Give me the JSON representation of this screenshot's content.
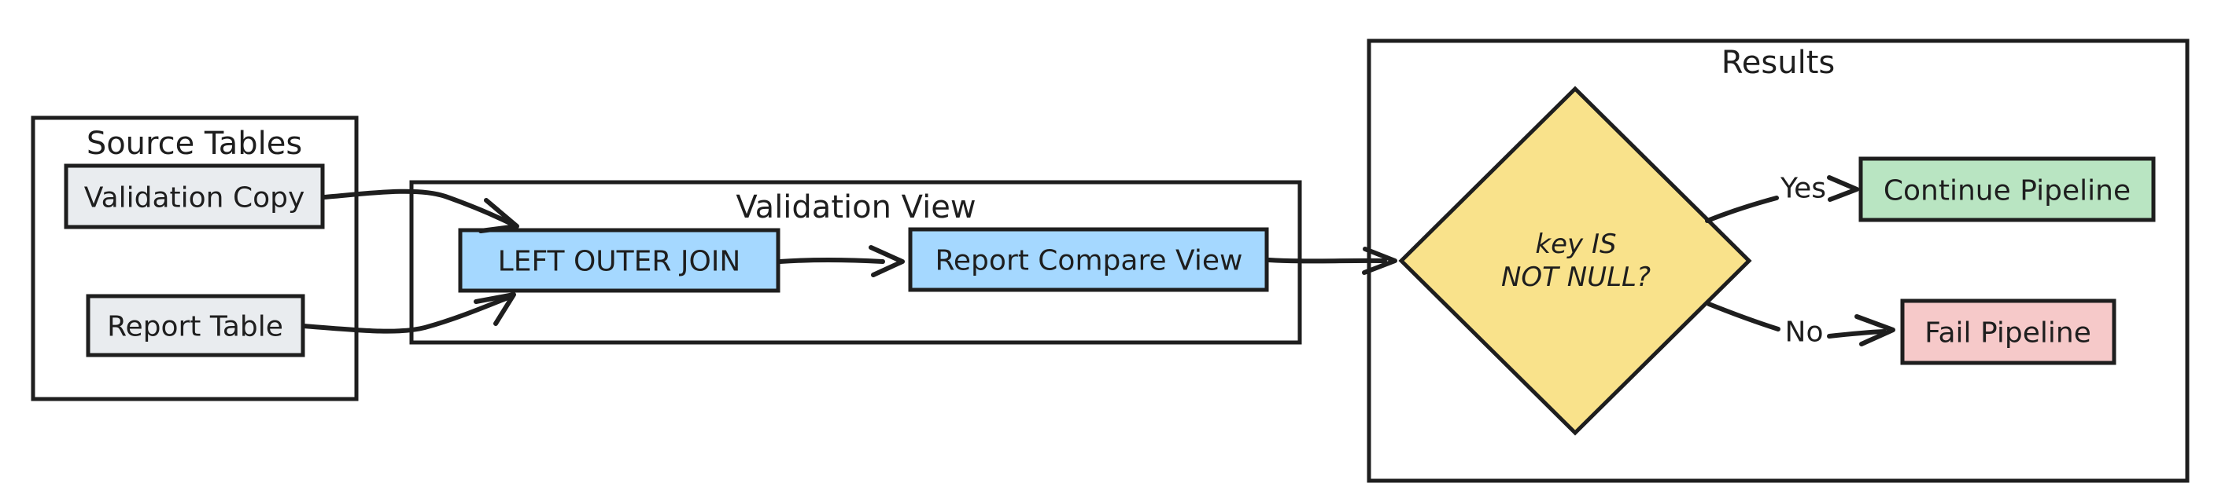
{
  "canvas": {
    "background": "#ffffff",
    "stroke_color": "#1e1e1e"
  },
  "source_tables": {
    "title": "Source Tables",
    "validation_copy": {
      "label": "Validation Copy",
      "fill": "#e9ecef"
    },
    "report_table": {
      "label": "Report Table",
      "fill": "#e9ecef"
    }
  },
  "validation_view": {
    "title": "Validation View",
    "left_outer_join": {
      "label": "LEFT OUTER JOIN",
      "fill": "#a5d8ff"
    },
    "report_compare_view": {
      "label": "Report Compare View",
      "fill": "#a5d8ff"
    }
  },
  "results": {
    "title": "Results",
    "decision": {
      "line1": "key IS",
      "line2": "NOT NULL?",
      "fill": "#f9e28b"
    },
    "yes_label": "Yes",
    "no_label": "No",
    "continue_pipeline": {
      "label": "Continue Pipeline",
      "fill": "#b9e5c2"
    },
    "fail_pipeline": {
      "label": "Fail Pipeline",
      "fill": "#f6c9c9"
    }
  }
}
